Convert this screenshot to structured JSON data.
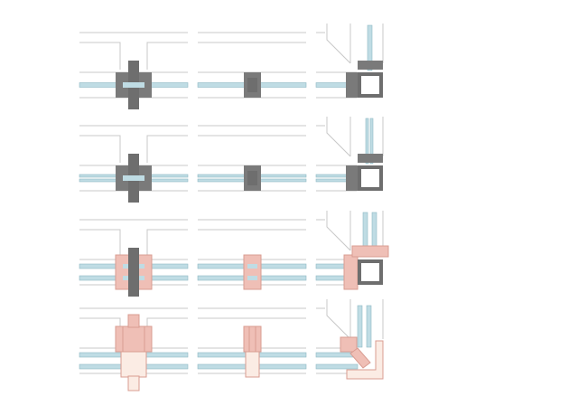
{
  "colors": {
    "background": "#ffffff",
    "outline": "#c8c8c8",
    "steel": "#7a7a7a",
    "steel_dark": "#6e6e6e",
    "glass": "#bfdce4",
    "glass_edge": "#8fb8c4",
    "thermal": "#efbfb6",
    "thermal_edge": "#d99c91",
    "insulation": "#fbece4"
  },
  "diagram": {
    "columns": [
      "mullion-with-cap",
      "mullion-small",
      "corner"
    ],
    "rows": [
      {
        "id": "row-1",
        "glazing": "single",
        "frame": "steel"
      },
      {
        "id": "row-2",
        "glazing": "double",
        "frame": "steel"
      },
      {
        "id": "row-3",
        "glazing": "double-wide",
        "frame": "thermal-break"
      },
      {
        "id": "row-4",
        "glazing": "double-wide",
        "frame": "thermal-timber"
      }
    ]
  }
}
